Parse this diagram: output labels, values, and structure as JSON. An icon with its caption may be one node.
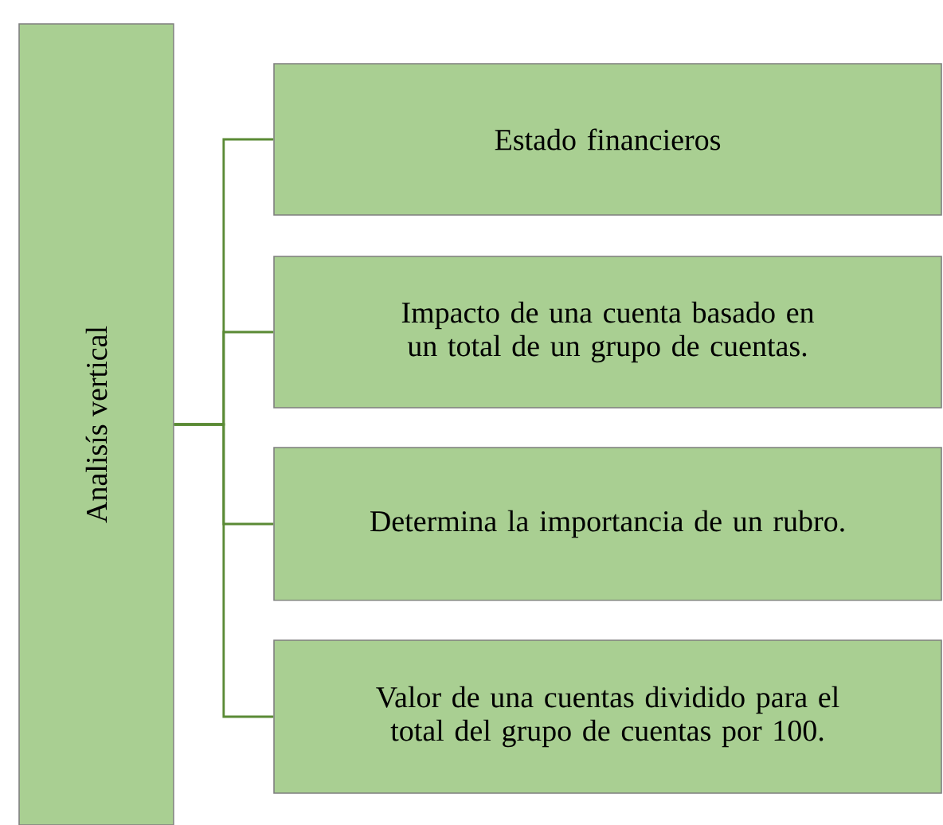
{
  "diagram": {
    "nodes": [
      {
        "text": [
          "Analisís vertical"
        ]
      },
      {
        "text": [
          "Estado financieros"
        ]
      },
      {
        "text": [
          "Impacto de una cuenta basado en un total de un grupo de cuentas."
        ]
      },
      {
        "text": [
          "Determina la importancia de un rubro."
        ]
      },
      {
        "text": [
          "Valor de una cuentas dividido para el total del grupo de cuentas por 100."
        ]
      }
    ],
    "edges": [
      {
        "from": 0,
        "to": 1,
        "arrow": "none"
      },
      {
        "from": 0,
        "to": 2,
        "arrow": "none"
      },
      {
        "from": 0,
        "to": 3,
        "arrow": "none"
      },
      {
        "from": 0,
        "to": 4,
        "arrow": "none"
      }
    ]
  }
}
